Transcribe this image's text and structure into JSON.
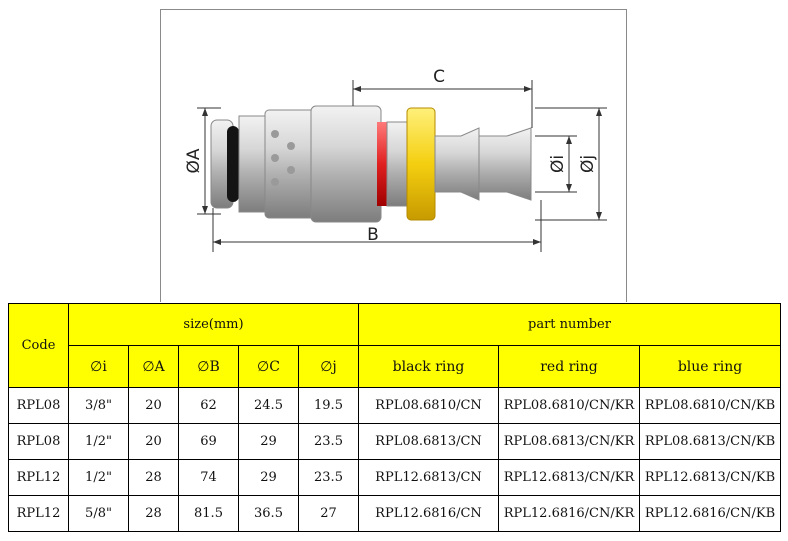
{
  "figure": {
    "dimensions": {
      "C": "C",
      "B": "B",
      "A": "ØA",
      "i": "Øi",
      "j": "Øj"
    },
    "colors": {
      "body": "#c8c8c8",
      "red_ring": "#e52b2b",
      "yellow_ring": "#f7d417",
      "oring": "#111111"
    }
  },
  "table": {
    "code_header": "Code",
    "size_header": "size(mm)",
    "part_header": "part number",
    "size_columns": [
      "∅i",
      "∅A",
      "∅B",
      "∅C",
      "∅j"
    ],
    "part_columns": [
      "black ring",
      "red ring",
      "blue ring"
    ],
    "rows": [
      {
        "code": "RPL08",
        "i": "3/8\"",
        "A": "20",
        "B": "62",
        "C": "24.5",
        "j": "19.5",
        "black": "RPL08.6810/CN",
        "red": "RPL08.6810/CN/KR",
        "blue": "RPL08.6810/CN/KB"
      },
      {
        "code": "RPL08",
        "i": "1/2\"",
        "A": "20",
        "B": "69",
        "C": "29",
        "j": "23.5",
        "black": "RPL08.6813/CN",
        "red": "RPL08.6813/CN/KR",
        "blue": "RPL08.6813/CN/KB"
      },
      {
        "code": "RPL12",
        "i": "1/2\"",
        "A": "28",
        "B": "74",
        "C": "29",
        "j": "23.5",
        "black": "RPL12.6813/CN",
        "red": "RPL12.6813/CN/KR",
        "blue": "RPL12.6813/CN/KB"
      },
      {
        "code": "RPL12",
        "i": "5/8\"",
        "A": "28",
        "B": "81.5",
        "C": "36.5",
        "j": "27",
        "black": "RPL12.6816/CN",
        "red": "RPL12.6816/CN/KR",
        "blue": "RPL12.6816/CN/KB"
      }
    ]
  }
}
